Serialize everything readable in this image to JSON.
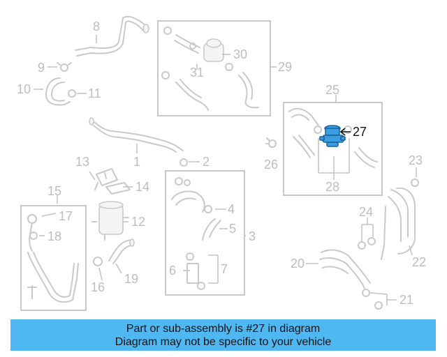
{
  "banner": {
    "line1": "Part or sub-assembly is #27 in diagram",
    "line2": "Diagram may not be specific to your vehicle",
    "background": "#4fb8f2"
  },
  "highlight": {
    "part_number": "27",
    "color": "#3a9fe0"
  },
  "callouts": {
    "n1": "1",
    "n2": "2",
    "n3": "3",
    "n4": "4",
    "n5": "5",
    "n6": "6",
    "n7": "7",
    "n8": "8",
    "n9": "9",
    "n10": "10",
    "n11": "11",
    "n12": "12",
    "n13": "13",
    "n14": "14",
    "n15": "15",
    "n16": "16",
    "n17": "17",
    "n18": "18",
    "n19": "19",
    "n20": "20",
    "n21": "21",
    "n22": "22",
    "n23": "23",
    "n24": "24",
    "n25": "25",
    "n26": "26",
    "n27": "27",
    "n28": "28",
    "n29": "29",
    "n30": "30",
    "n31": "31"
  }
}
